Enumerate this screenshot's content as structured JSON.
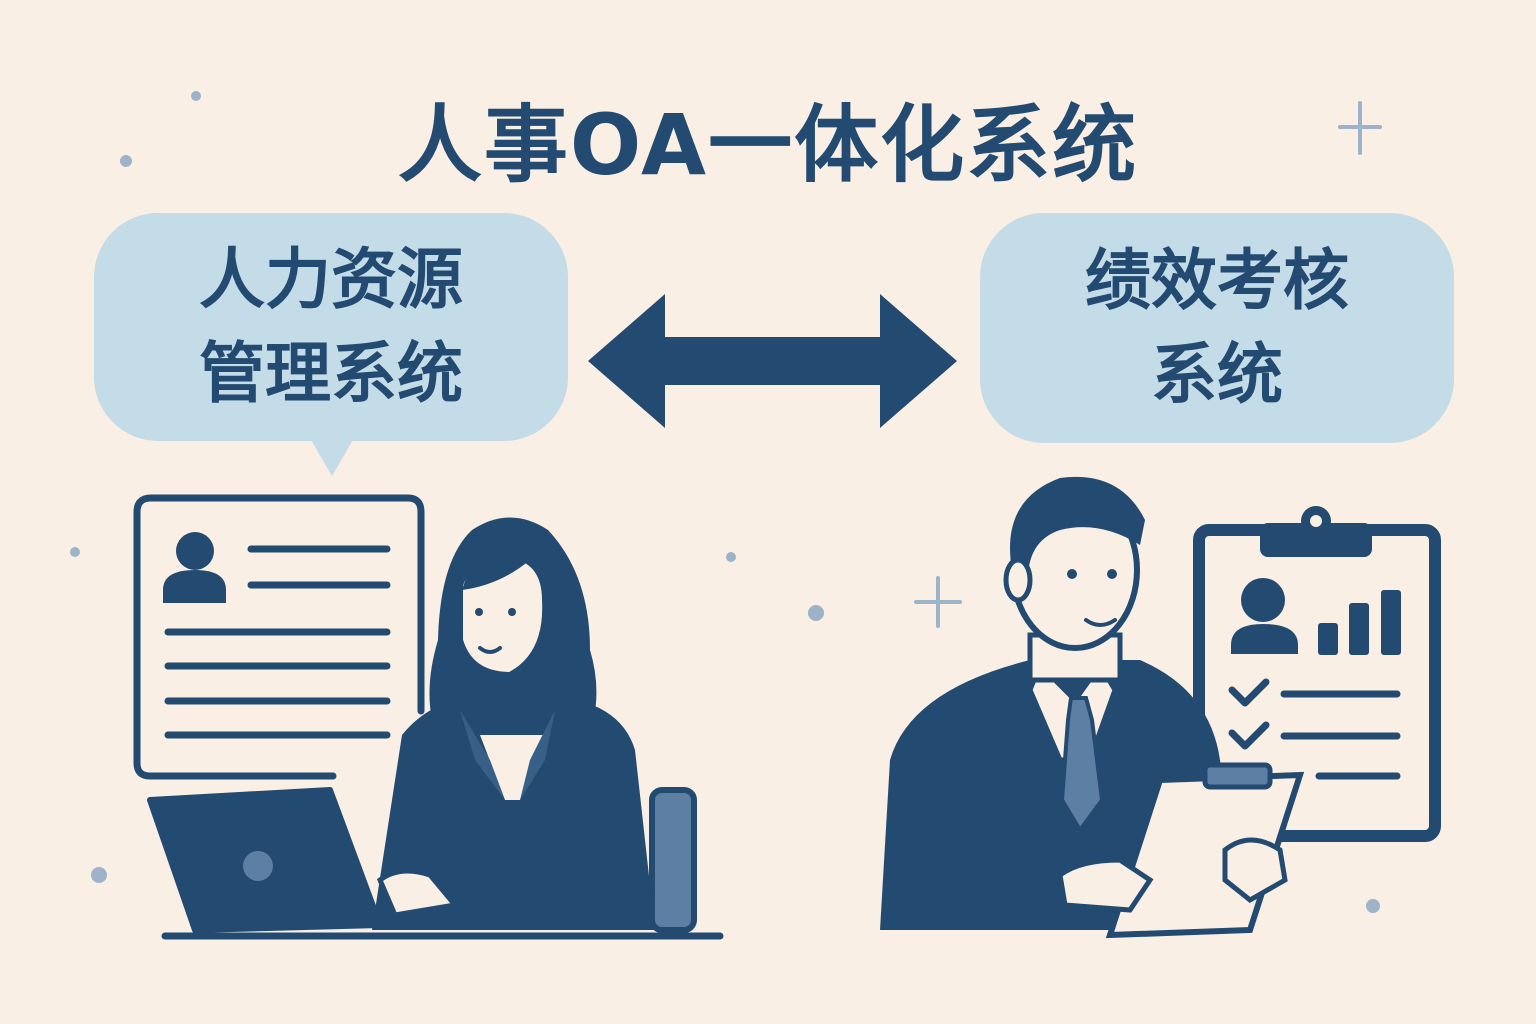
{
  "title": "人事OA一体化系统",
  "left_system": {
    "line1": "人力资源",
    "line2": "管理系统",
    "figure": "woman-at-laptop",
    "panel": "employee-profile-card"
  },
  "right_system": {
    "line1": "绩效考核",
    "line2": "系统",
    "figure": "man-holding-clipboard",
    "panel": "performance-review-clipboard"
  },
  "connector": "double-arrow",
  "colors": {
    "background": "#f9efe4",
    "primary": "#234a70",
    "bubble": "#c4dbe8",
    "accent": "#5d7fa3",
    "decor": "#9db3c9"
  }
}
